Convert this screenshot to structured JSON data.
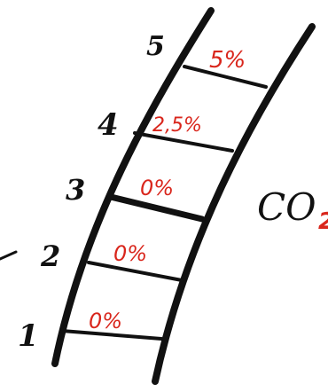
{
  "colors": {
    "ink": "#111111",
    "accent": "#d9261c",
    "background": "#ffffff"
  },
  "ladder": {
    "rungs": [
      {
        "level": "1",
        "percent": "0%"
      },
      {
        "level": "2",
        "percent": "0%"
      },
      {
        "level": "3",
        "percent": "0%"
      },
      {
        "level": "4",
        "percent": "2,5%"
      },
      {
        "level": "5",
        "percent": "5%"
      }
    ]
  },
  "side_text": {
    "label": "CO",
    "accent_mark": "2"
  }
}
